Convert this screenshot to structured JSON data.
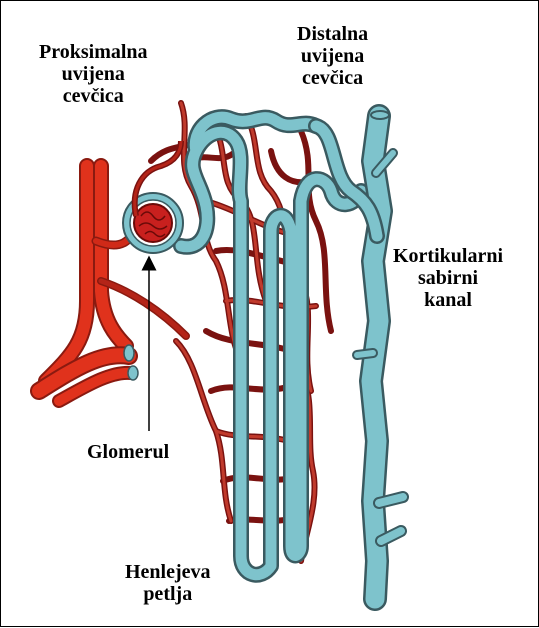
{
  "labels": {
    "proximal": [
      "Proksimalna",
      "uvijena",
      "cevčica"
    ],
    "distal": [
      "Distalna",
      "uvijena",
      "cevčica"
    ],
    "collecting": [
      "Kortikularni",
      "sabirni",
      "kanal"
    ],
    "glomerulus": "Glomerul",
    "loop": [
      "Henlejeva",
      "petlja"
    ]
  },
  "colors": {
    "vessel": "#b42418",
    "artery": "#e0321c",
    "tubule": "#7ec3cc",
    "outline": "#3a5a60",
    "glomerulus": "#c8201e",
    "text": "#000000"
  }
}
